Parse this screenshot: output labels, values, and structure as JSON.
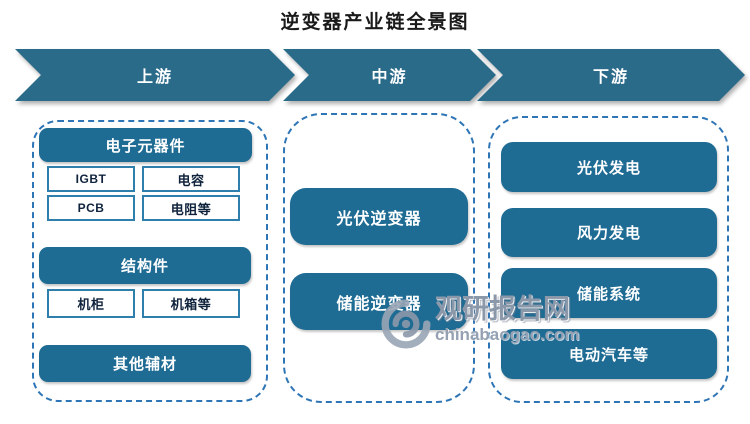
{
  "title": "逆变器产业链全景图",
  "stages": [
    {
      "label": "上游"
    },
    {
      "label": "中游"
    },
    {
      "label": "下游"
    }
  ],
  "upstream": {
    "groups": [
      {
        "header": "电子元器件",
        "items": [
          "IGBT",
          "电容",
          "PCB",
          "电阻等"
        ]
      },
      {
        "header": "结构件",
        "items": [
          "机柜",
          "机箱等"
        ]
      },
      {
        "header": "其他辅材",
        "items": []
      }
    ]
  },
  "midstream": {
    "items": [
      "光伏逆变器",
      "储能逆变器"
    ]
  },
  "downstream": {
    "items": [
      "光伏发电",
      "风力发电",
      "储能系统",
      "电动汽车等"
    ]
  },
  "watermark": {
    "name": "观研报告网",
    "url": "chinabaogao.com"
  },
  "colors": {
    "arrow_teal": "#2b6b8a",
    "box_teal": "#1e6b93",
    "dashed_border": "#2E75B6",
    "subbox_border": "#2e7fab",
    "watermark_gray": "#8b98aa",
    "title_text": "#1a1a1a"
  }
}
